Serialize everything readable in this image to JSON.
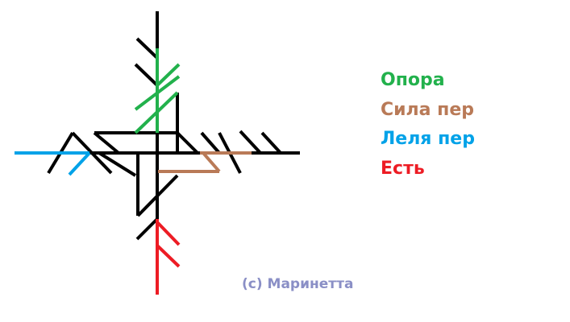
{
  "legend": {
    "items": [
      {
        "label": "Опора",
        "color": "#22b14c"
      },
      {
        "label": "Сила пер",
        "color": "#b97a57"
      },
      {
        "label": "Леля пер",
        "color": "#00a2e8"
      },
      {
        "label": "Есть",
        "color": "#ed1c24"
      }
    ]
  },
  "credit": {
    "text": "(c) Маринетта",
    "color": "#8a8fc6"
  },
  "colors": {
    "stroke_black": "#000000",
    "opora": "#22b14c",
    "sila": "#b97a57",
    "lelya": "#00a2e8",
    "est": "#ed1c24"
  }
}
